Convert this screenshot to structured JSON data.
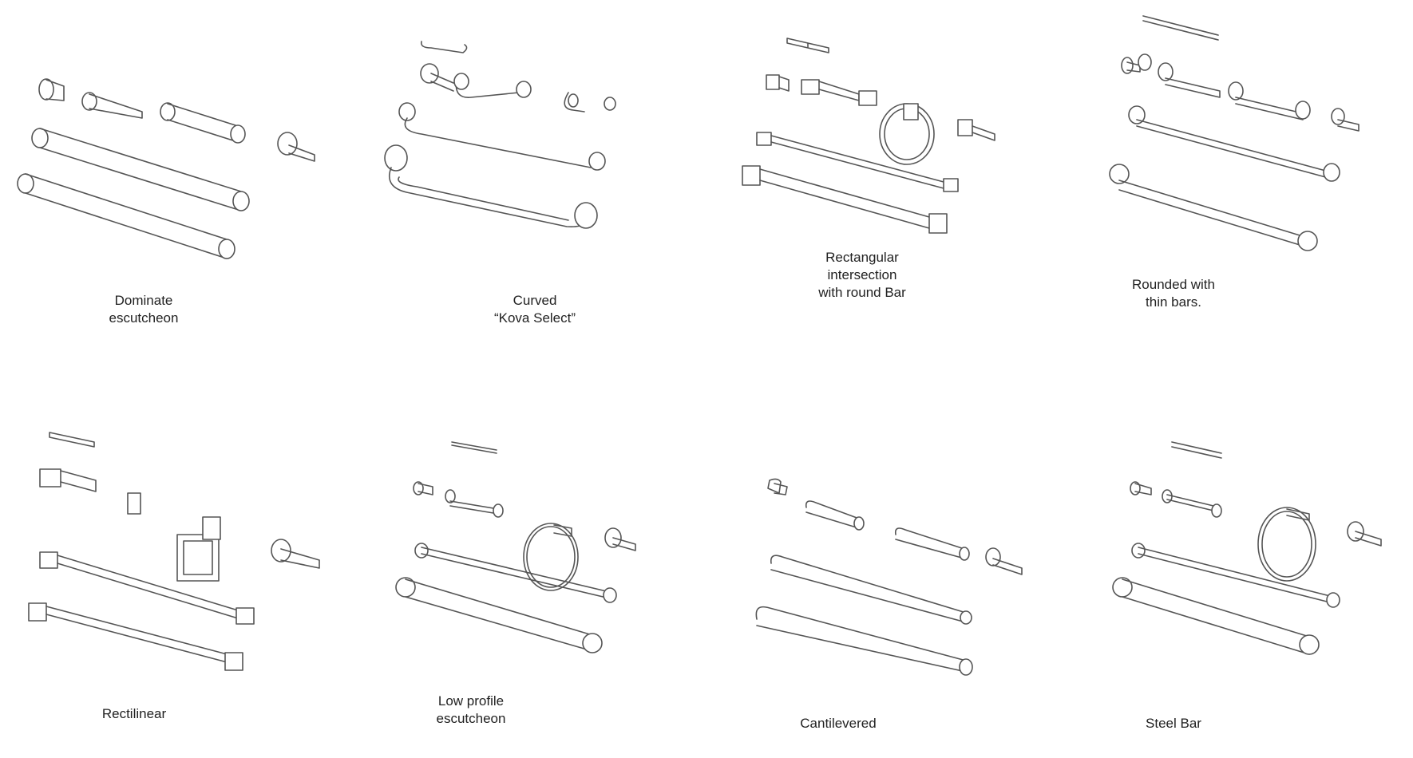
{
  "title": "",
  "styles": [
    {
      "caption": "Dominate\nescutcheon"
    },
    {
      "caption": "Curved\n“Kova Select”"
    },
    {
      "caption": "Rectangular\nintersection\nwith round Bar"
    },
    {
      "caption": "Rounded with\nthin bars."
    },
    {
      "caption": "Rectilinear"
    },
    {
      "caption": "Low profile\nescutcheon"
    },
    {
      "caption": "Cantilevered"
    },
    {
      "caption": "Steel Bar"
    }
  ]
}
